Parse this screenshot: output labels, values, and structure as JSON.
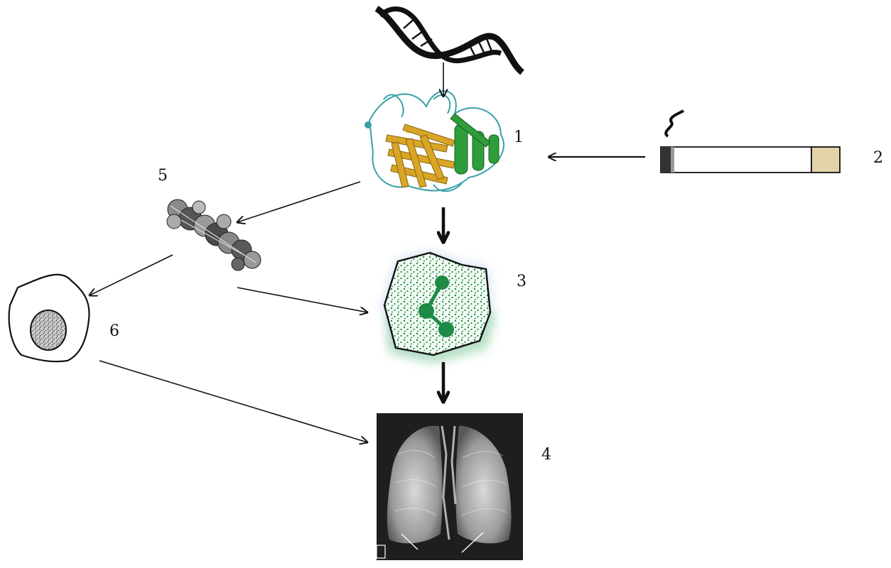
{
  "nodes": {
    "n1": {
      "label": "1",
      "icon": "protein-structure-icon"
    },
    "n2": {
      "label": "2",
      "icon": "cigarette-icon"
    },
    "n3": {
      "label": "3",
      "icon": "cell-aggregate-icon"
    },
    "n4": {
      "label": "4",
      "icon": "lung-radiograph-icon"
    },
    "n5": {
      "label": "5",
      "icon": "polymer-chain-icon"
    },
    "n6": {
      "label": "6",
      "icon": "cell-icon"
    },
    "dna": {
      "icon": "dna-helix-icon"
    }
  },
  "colors": {
    "ink": "#111111",
    "protein_gold": "#d9a526",
    "protein_green": "#2e9d3a",
    "protein_teal": "#3aa0a8",
    "inclusion_green": "#1f8a45",
    "inclusion_glow_blue": "#7fa6d6",
    "inclusion_glow_green": "#3fb55a",
    "filter_tan": "#e3d3a8",
    "xray_dark": "#1e1e1e"
  }
}
